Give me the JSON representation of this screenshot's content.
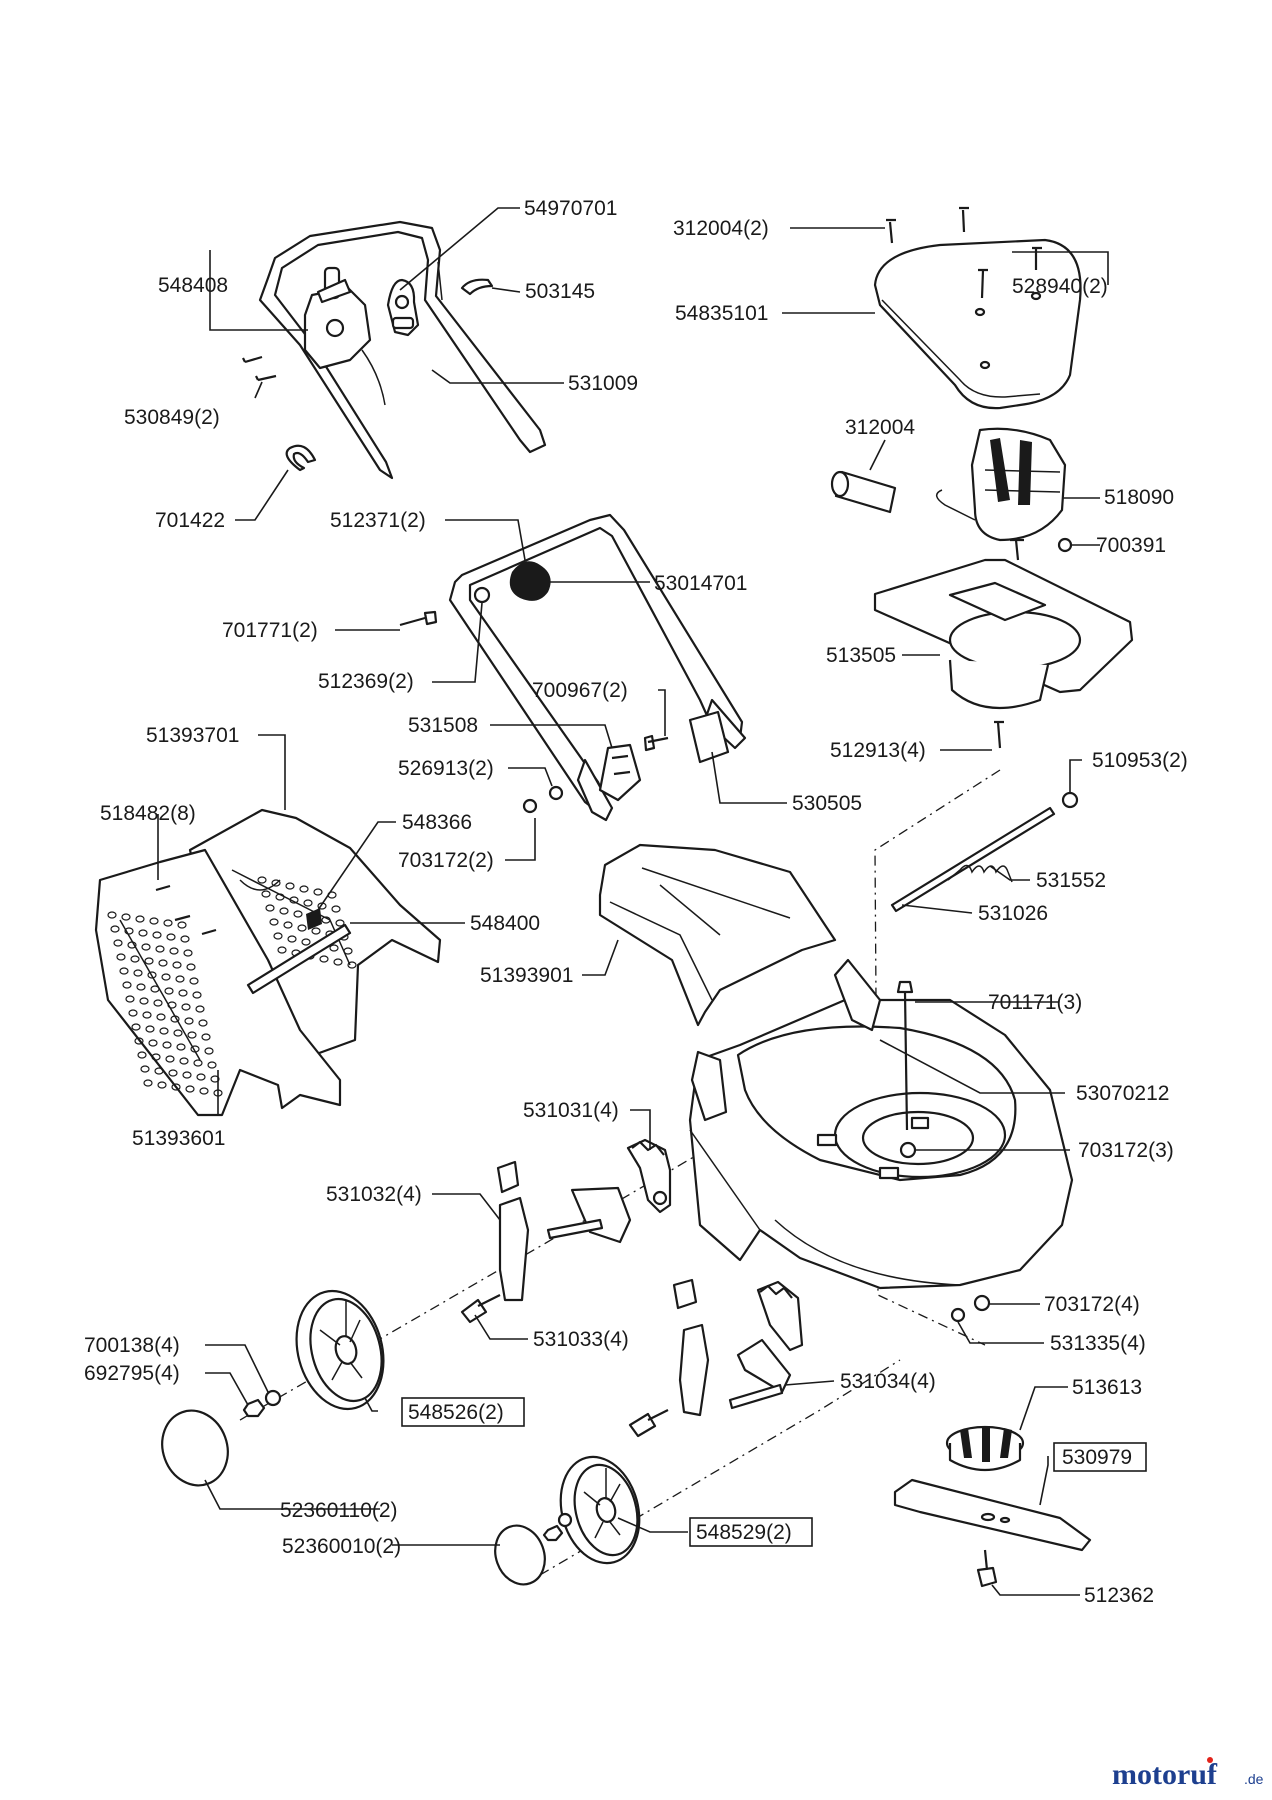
{
  "parts": {
    "p54970701": "54970701",
    "p548408": "548408",
    "p503145": "503145",
    "p531009": "531009",
    "p530849_2": "530849(2)",
    "p701422": "701422",
    "p312004_2": "312004(2)",
    "p528940_2": "528940(2)",
    "p54835101": "54835101",
    "p312004": "312004",
    "p518090": "518090",
    "p700391": "700391",
    "p512371_2": "512371(2)",
    "p53014701": "53014701",
    "p701771_2": "701771(2)",
    "p512369_2": "512369(2)",
    "p513505": "513505",
    "p700967_2": "700967(2)",
    "p531508": "531508",
    "p512913_4": "512913(4)",
    "p510953_2": "510953(2)",
    "p51393701": "51393701",
    "p526913_2": "526913(2)",
    "p530505": "530505",
    "p518482_8": "518482(8)",
    "p548366": "548366",
    "p703172_2": "703172(2)",
    "p531552": "531552",
    "p548400": "548400",
    "p531026": "531026",
    "p51393901": "51393901",
    "p701171_3": "701171(3)",
    "p53070212": "53070212",
    "p531031_4": "531031(4)",
    "p703172_3": "703172(3)",
    "p51393601": "51393601",
    "p531032_4": "531032(4)",
    "p703172_4": "703172(4)",
    "p531033_4": "531033(4)",
    "p531335_4": "531335(4)",
    "p700138_4": "700138(4)",
    "p692795_4": "692795(4)",
    "p531034_4": "531034(4)",
    "p513613": "513613",
    "p548526_2": "548526(2)",
    "p530979": "530979",
    "p52360110_2": "52360110(2)",
    "p548529_2": "548529(2)",
    "p52360010_2": "52360010(2)",
    "p512362": "512362"
  },
  "watermark": {
    "brand": "motoruf",
    "suffix": ".de",
    "brand_color": "#1d3f8f",
    "accent_color": "#e2231a"
  }
}
